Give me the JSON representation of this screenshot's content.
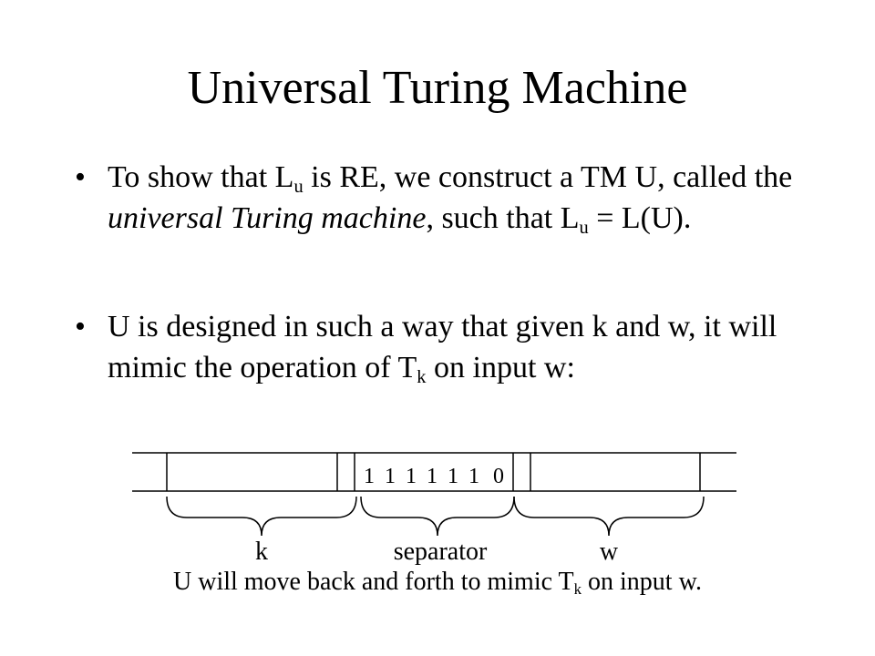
{
  "slide": {
    "title": "Universal Turing Machine",
    "bullets": [
      {
        "symbol": "•",
        "p1": "To show that L",
        "s1": "u",
        "p2": " is RE, we construct a TM U, called the ",
        "emph": "universal Turing machine",
        "p3": ", such that L",
        "s2": "u",
        "p4": " = L(U)."
      },
      {
        "symbol": "•",
        "p1": "U is designed in such a way that given k and w, it will mimic the operation of T",
        "s1": "k",
        "p2": " on input w:"
      }
    ],
    "diagram": {
      "tape_symbols": [
        "1",
        "1",
        "1",
        "1",
        "1",
        "1",
        "0"
      ],
      "labels": {
        "k": "k",
        "separator": "separator",
        "w": "w"
      }
    },
    "caption": {
      "p1": "U will move back and forth to mimic T",
      "sub": "k",
      "p2": " on input w."
    }
  }
}
